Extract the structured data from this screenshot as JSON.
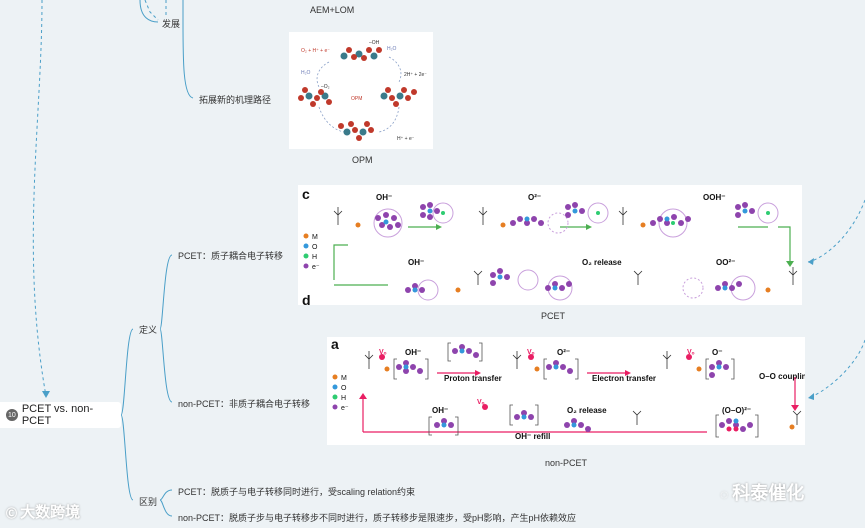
{
  "top_caption": "AEM+LOM",
  "branches": {
    "develop": "发展",
    "expand": "拓展新的机理路径",
    "definition": "定义",
    "pcet_def": "PCET：质子耦合电子转移",
    "nonpcet_def": "non-PCET：非质子耦合电子转移",
    "difference": "区别",
    "pcet_diff": "PCET：脱质子与电子转移同时进行，受scaling relation约束",
    "nonpcet_diff": "non-PCET：脱质子步与电子转移步不同时进行，质子转移步是限速步，受pH影响，产生pH依赖效应"
  },
  "root": {
    "badge": "10",
    "title": "PCET vs. non-PCET"
  },
  "opm": {
    "caption": "OPM",
    "labels": [
      "O₂ + H⁺ + e⁻",
      "–OH",
      "H₂O",
      "H₂O",
      "2H⁺ + 2e⁻",
      "–O₂",
      "OPM",
      "H⁺ + e⁻"
    ]
  },
  "pcet_fig": {
    "panel": "c",
    "caption": "PCET",
    "legend": [
      "M",
      "O",
      "H",
      "e⁻"
    ],
    "top_labels": [
      "OH⁻",
      "O²⁻",
      "OOH⁻"
    ],
    "bottom_labels": [
      "OH⁻",
      "O₂ release",
      "OO²⁻"
    ],
    "next_panel": "d"
  },
  "nonpcet_fig": {
    "panel": "a",
    "caption": "non-PCET",
    "legend": [
      "M",
      "O",
      "H",
      "e⁻"
    ],
    "top_labels": [
      "OH⁻",
      "O²⁻",
      "O⁻"
    ],
    "steps": [
      "Proton transfer",
      "Electron transfer",
      "O–O coupling"
    ],
    "bottom_labels": [
      "OH⁻",
      "O₂ release",
      "OH⁻ refill",
      "(O–O)²⁻"
    ],
    "vac": "Vₒ"
  },
  "watermarks": {
    "left": "大数跨境",
    "right": "科泰催化"
  },
  "colors": {
    "line": "#4a9fc8",
    "metal": "#8b5cb8",
    "oxygen": "#c0392b",
    "hydrogen": "#2ecc71",
    "electron": "#8e44ad",
    "green_arrow": "#4caf50",
    "pink_arrow": "#e91e63"
  }
}
